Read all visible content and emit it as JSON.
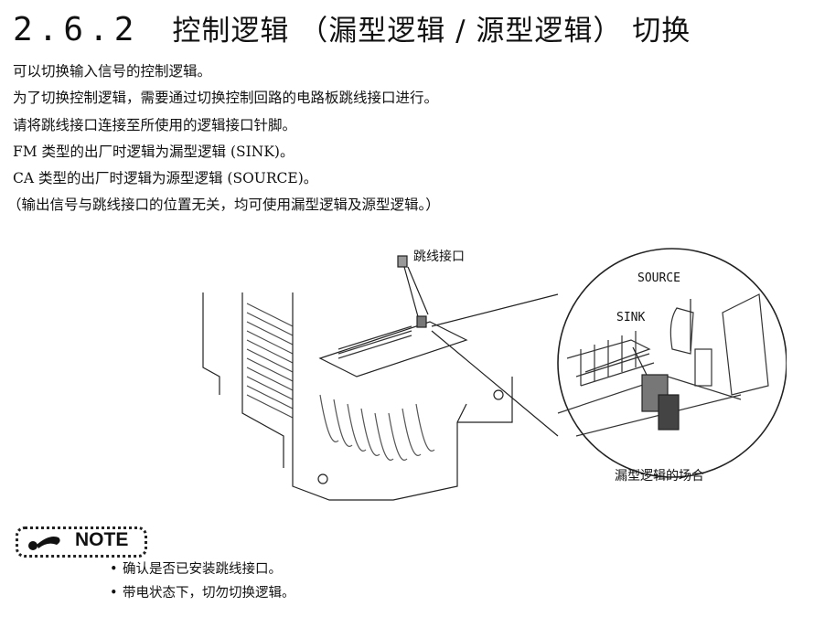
{
  "heading": {
    "number": "2.6.2",
    "text": "控制逻辑 （漏型逻辑 / 源型逻辑） 切换"
  },
  "paragraphs": [
    "可以切换输入信号的控制逻辑。",
    "为了切换控制逻辑，需要通过切换控制回路的电路板跳线接口进行。",
    "请将跳线接口连接至所使用的逻辑接口针脚。",
    "FM 类型的出厂时逻辑为漏型逻辑 (SINK)。",
    "CA 类型的出厂时逻辑为源型逻辑 (SOURCE)。",
    "（输出信号与跳线接口的位置无关，均可使用漏型逻辑及源型逻辑。）"
  ],
  "figure": {
    "jumper_label": "跳线接口",
    "source_label": "SOURCE",
    "sink_label": "SINK",
    "caption": "漏型逻辑的场合"
  },
  "note": {
    "title": "NOTE",
    "items": [
      "确认是否已安装跳线接口。",
      "带电状态下，切勿切换逻辑。"
    ]
  }
}
